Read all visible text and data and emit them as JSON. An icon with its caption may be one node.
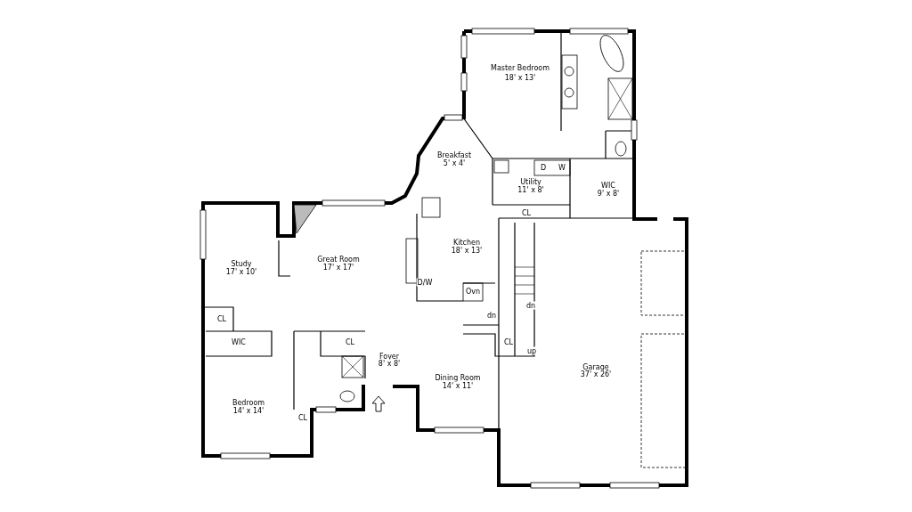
{
  "diagram": {
    "labels": [
      "Master Bedroom",
      "18' x 13'",
      "Breakfast",
      "5' x 4'",
      "D",
      "W",
      "Utility",
      "11' x 8'",
      "WIC",
      "9' x 8'",
      "CL",
      "Kitchen",
      "18' x 13'",
      "Study",
      "17' x 10'",
      "Great Room",
      "17' x 17'",
      "D/W",
      "Ovn",
      "dn",
      "dn",
      "CL",
      "WIC",
      "CL",
      "Foyer",
      "8' x 8'",
      "CL",
      "up",
      "Dining Room",
      "14' x 11'",
      "Garage",
      "37' x 26'",
      "Bedroom",
      "14' x 14'",
      "CL"
    ]
  }
}
